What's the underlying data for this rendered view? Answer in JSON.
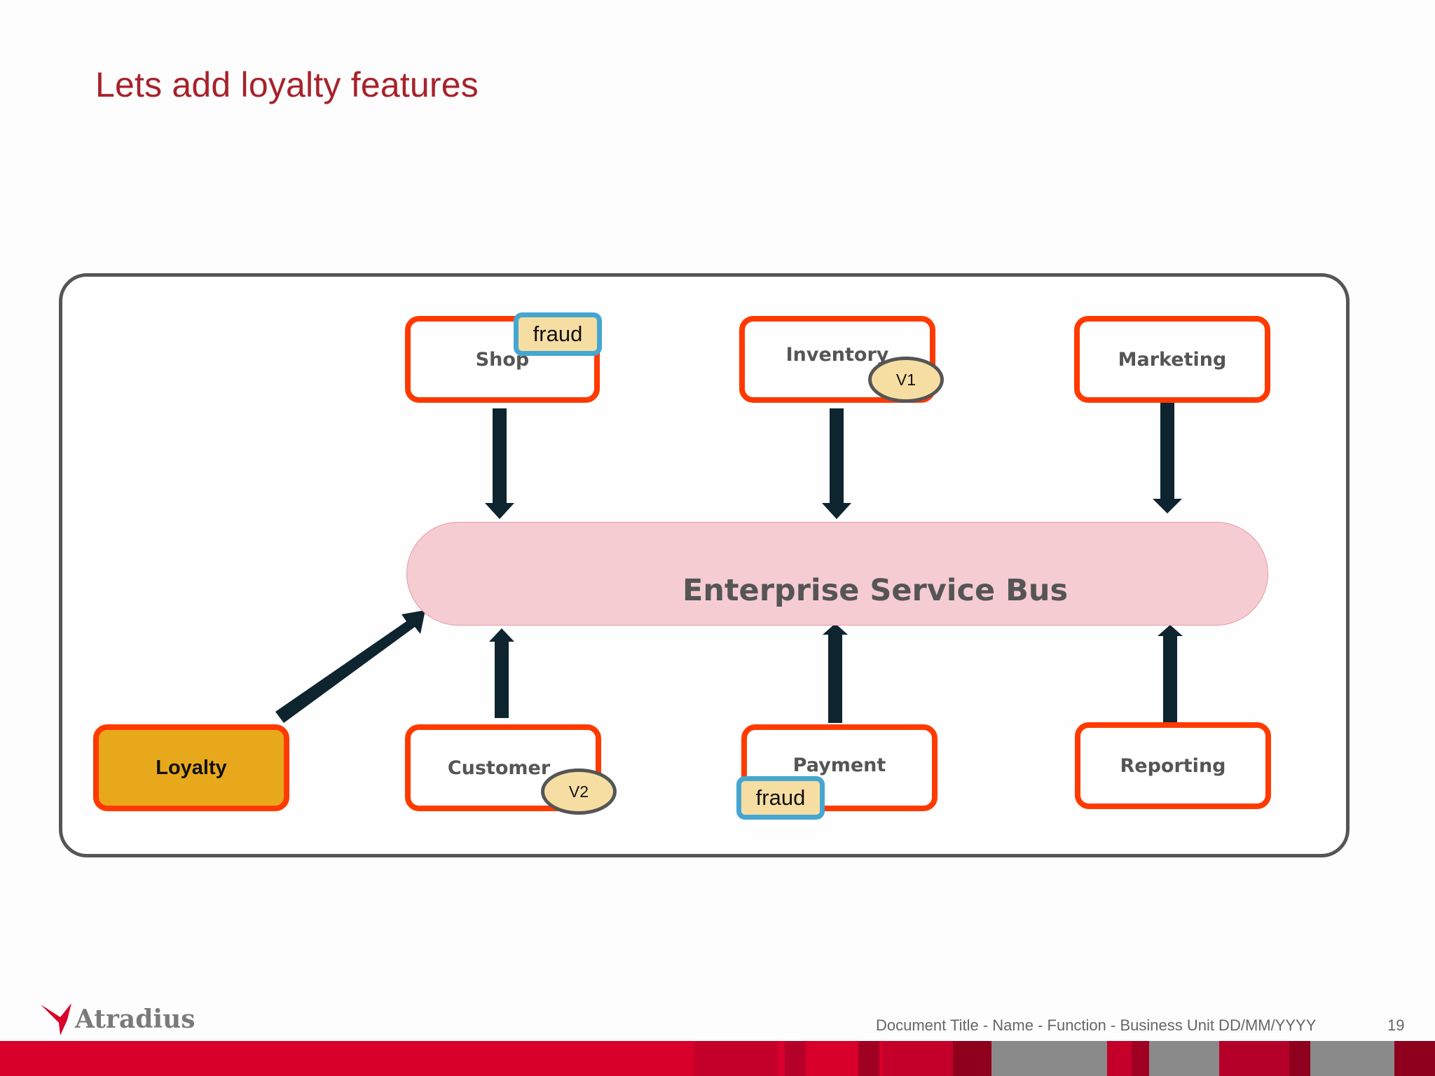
{
  "slide": {
    "title": "Lets add loyalty features",
    "footer_text": "Document Title - Name - Function - Business Unit  DD/MM/YYYY",
    "page_number": "19",
    "logo_text": "Atradius"
  },
  "diagram": {
    "bus_label": "Enterprise Service Bus",
    "services": {
      "shop": "Shop",
      "inventory": "Inventory",
      "marketing": "Marketing",
      "loyalty": "Loyalty",
      "customer": "Customer",
      "payment": "Payment",
      "reporting": "Reporting"
    },
    "tags": {
      "shop_fraud": "fraud",
      "payment_fraud": "fraud",
      "inventory_version": "V1",
      "customer_version": "V2"
    }
  },
  "colors": {
    "title": "#a7222b",
    "service_border": "#ff3a00",
    "loyalty_fill": "#e8a81c",
    "bus_fill": "#f5ccd2",
    "fraud_border": "#45a6d2",
    "tag_fill": "#f6dea3",
    "arrow": "#0e242f",
    "brand_red": "#d8002a"
  }
}
